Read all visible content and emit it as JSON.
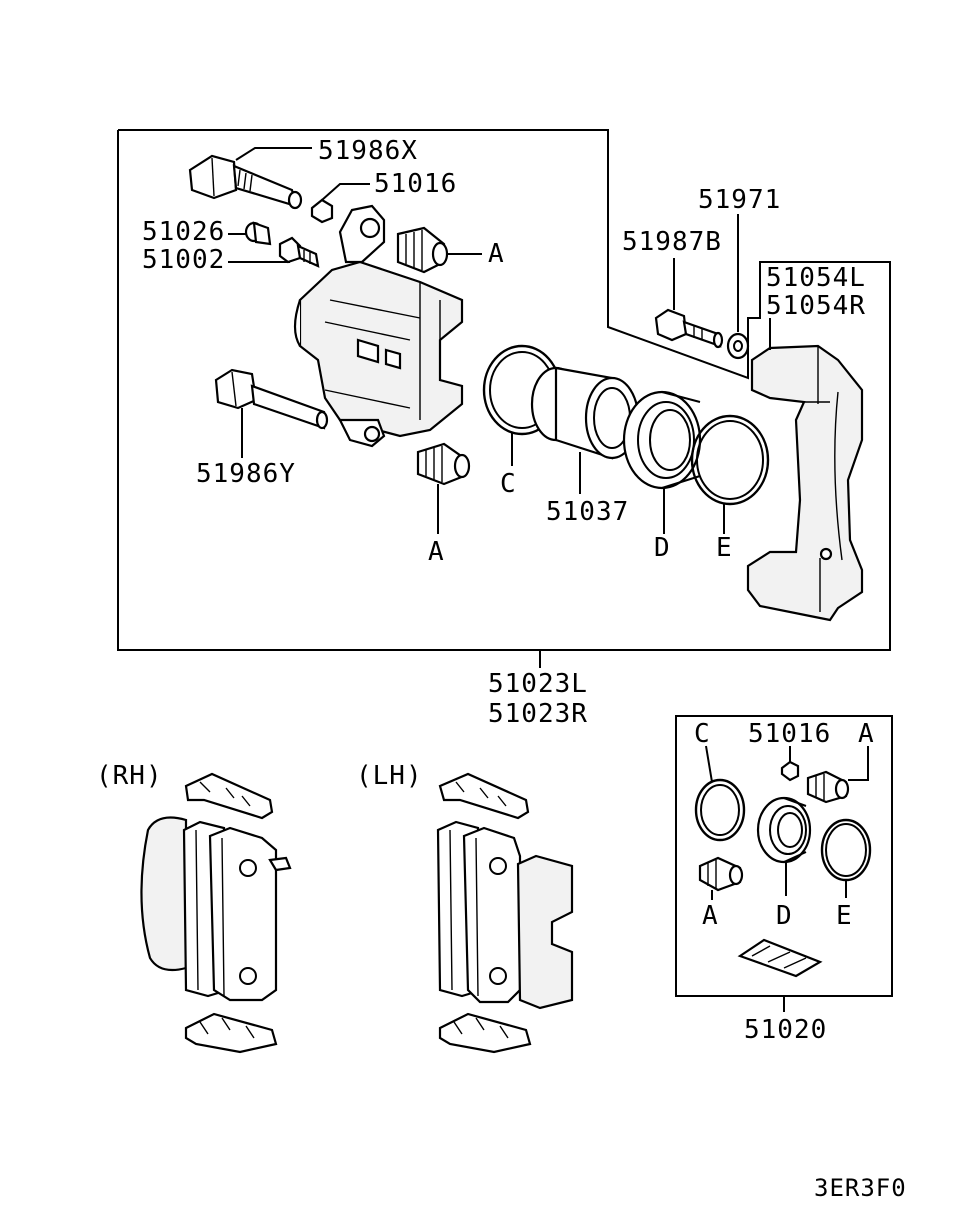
{
  "labels": {
    "p51986X": "51986X",
    "p51016_top": "51016",
    "p51026": "51026",
    "p51002": "51002",
    "a_top": "A",
    "p51971": "51971",
    "p51987B": "51987B",
    "p51054L": "51054L",
    "p51054R": "51054R",
    "p51986Y": "51986Y",
    "c_main": "C",
    "p51037": "51037",
    "a_bottom": "A",
    "d_main": "D",
    "e_main": "E",
    "p51023L": "51023L",
    "p51023R": "51023R",
    "rh": "(RH)",
    "lh": "(LH)",
    "kit_c": "C",
    "kit_51016": "51016",
    "kit_a_top": "A",
    "kit_a_bottom": "A",
    "kit_d": "D",
    "kit_e": "E",
    "p51020": "51020",
    "diagram_code": "3ER3F0"
  }
}
